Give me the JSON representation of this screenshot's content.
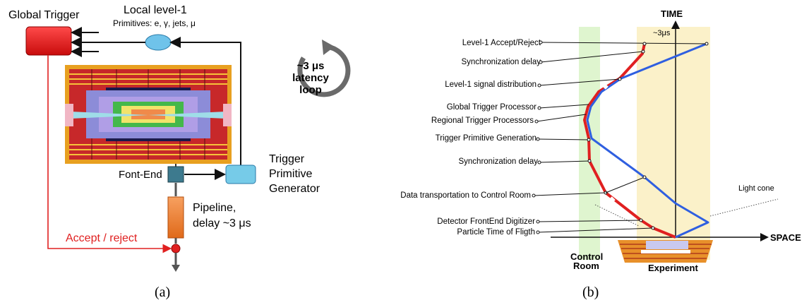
{
  "panel_a": {
    "global_trigger": "Global Trigger",
    "local_level1": "Local level-1",
    "primitives": "Primitives: e, γ, jets, μ",
    "latency_line1": "~3 μs",
    "latency_line2": "latency",
    "latency_line3": "loop",
    "front_end": "Font-End",
    "tpg_line1": "Trigger",
    "tpg_line2": "Primitive",
    "tpg_line3": "Generator",
    "pipeline_line1": "Pipeline,",
    "pipeline_line2": "delay ~3 μs",
    "accept_reject": "Accept / reject",
    "caption": "(a)"
  },
  "panel_b": {
    "time_axis": "TIME",
    "space_axis": "SPACE",
    "approx_3us": "~3μs",
    "light_cone": "Light cone",
    "control_room_1": "Control",
    "control_room_2": "Room",
    "experiment": "Experiment",
    "labels": [
      "Level-1 Accept/Reject",
      "Synchronization delay",
      "Level-1 signal distribution",
      "Global Trigger Processor",
      "Regional Trigger Processors",
      "Trigger Primitive Generation",
      "Synchronization delay",
      "Data transportation to Control Room",
      "Detector FrontEnd Digitizer",
      "Particle Time of Fligth"
    ],
    "caption": "(b)"
  },
  "colors": {
    "red": "#e02020",
    "blue": "#2f5fe0",
    "green_band": "#dff5cf",
    "yellow_band": "#fbf1c9"
  }
}
